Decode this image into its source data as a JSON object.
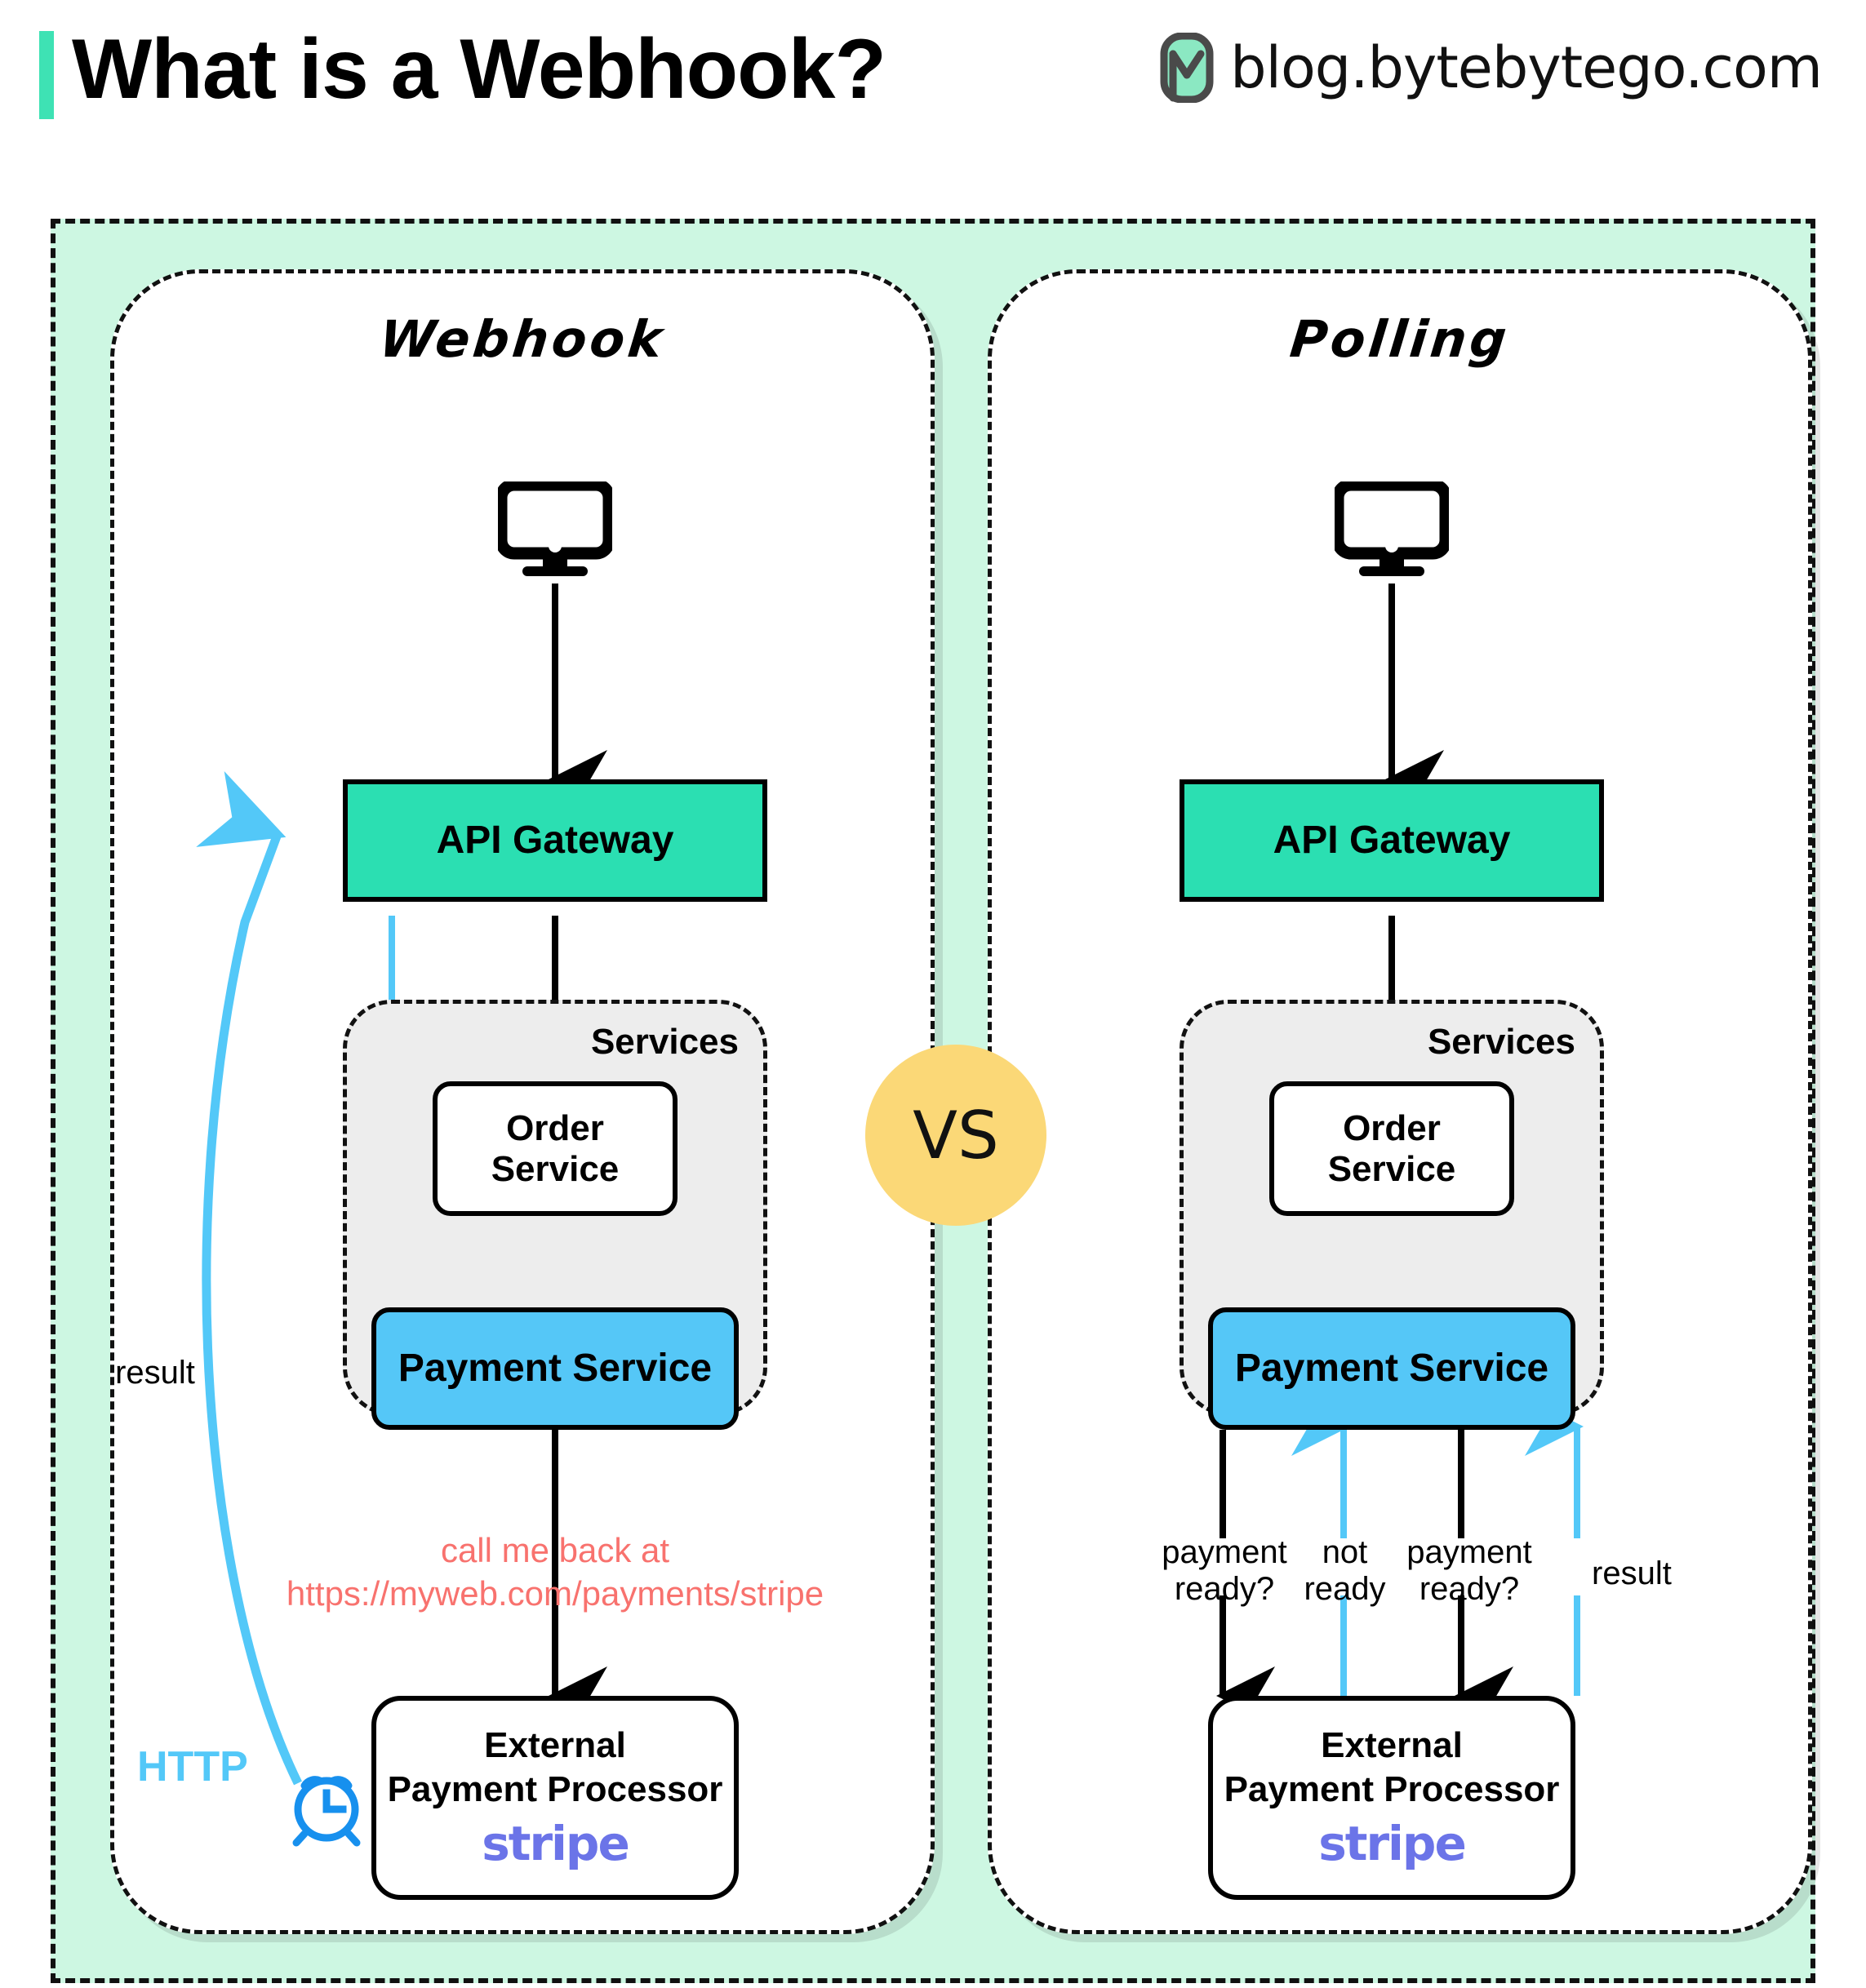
{
  "header": {
    "title": "What is a Webhook?",
    "brand_text": "blog.bytebytego.com",
    "accent_color": "#3EE2B4",
    "logo_icon": "bytebytego-bookmark-logo"
  },
  "colors": {
    "background_mint": "#CDF7E2",
    "gateway_teal": "#2BDFB2",
    "payment_blue": "#55C7F7",
    "services_gray": "#EDEDED",
    "vs_yellow": "#FBD877",
    "red_note": "#F8726E",
    "http_blue": "#53C8F8",
    "arrow_blue": "#53C8F8",
    "clock_blue": "#1790EE",
    "stripe_purple": "#6B74E8"
  },
  "vs_badge": {
    "label": "VS"
  },
  "panels": [
    {
      "id": "webhook",
      "title": "Webhook",
      "client_icon": "desktop-monitor-icon",
      "gateway": {
        "label": "API Gateway"
      },
      "services": {
        "label": "Services",
        "order_service": {
          "label": "Order\nService"
        },
        "payment_service": {
          "label": "Payment Service"
        }
      },
      "callback_note": {
        "line1": "call me back at",
        "line2": "https://myweb.com/payments/stripe"
      },
      "processor": {
        "line1": "External",
        "line2": "Payment Processor",
        "vendor": "stripe"
      },
      "result_label": "result",
      "http_label": "HTTP",
      "clock_icon": "alarm-clock-icon"
    },
    {
      "id": "polling",
      "title": "Polling",
      "client_icon": "desktop-monitor-icon",
      "gateway": {
        "label": "API Gateway"
      },
      "services": {
        "label": "Services",
        "order_service": {
          "label": "Order\nService"
        },
        "payment_service": {
          "label": "Payment Service"
        }
      },
      "poll_labels": [
        {
          "id": "poll-1",
          "text": "payment\nready?",
          "direction": "down",
          "color": "black"
        },
        {
          "id": "poll-2",
          "text": "not\nready",
          "direction": "up",
          "color": "blue"
        },
        {
          "id": "poll-3",
          "text": "payment\nready?",
          "direction": "down",
          "color": "black"
        },
        {
          "id": "poll-4",
          "text": "result",
          "direction": "up",
          "color": "blue"
        }
      ],
      "processor": {
        "line1": "External",
        "line2": "Payment Processor",
        "vendor": "stripe"
      }
    }
  ]
}
